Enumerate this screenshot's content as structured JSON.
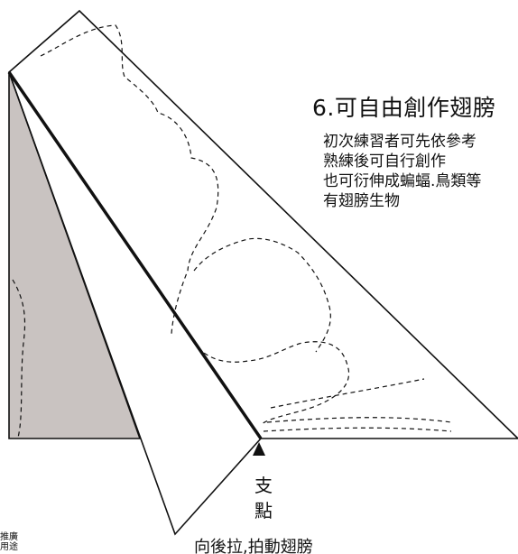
{
  "step_title": "6.可自由創作翅膀",
  "instructions": [
    "初次練習者可先依參考",
    "熟練後可自行創作",
    "也可衍伸成蝙蝠.鳥類等",
    "有翅膀生物"
  ],
  "fulcrum": {
    "line1": "支",
    "line2": "點"
  },
  "pull_label": "向後拉,拍動翅膀",
  "corner_note": {
    "line1": "推廣",
    "line2": "用途"
  },
  "colors": {
    "body_fill": "#c9c3c1",
    "stroke": "#111111",
    "background": "#ffffff"
  }
}
